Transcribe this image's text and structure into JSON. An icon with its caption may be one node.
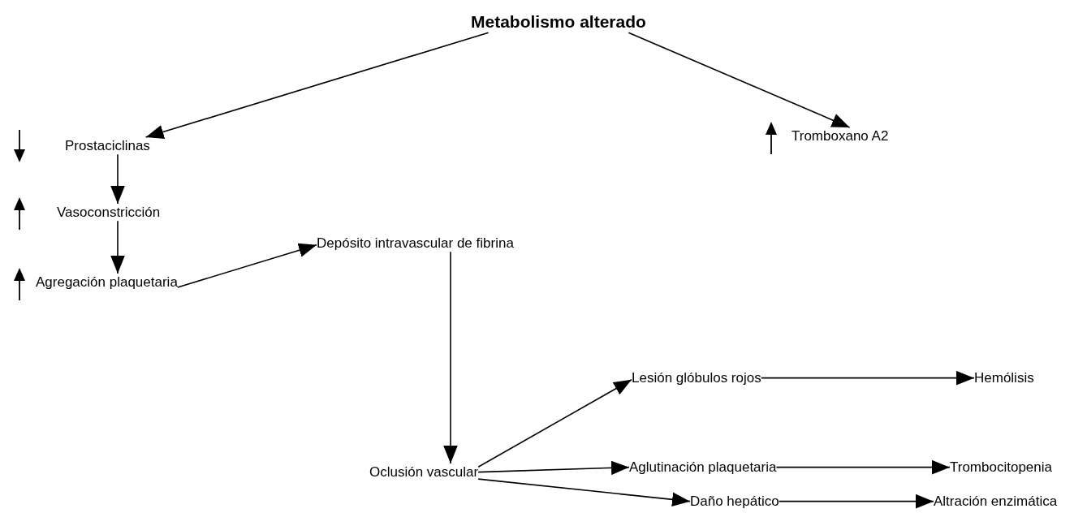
{
  "diagram": {
    "nodes": [
      {
        "text": [
          "Metabolismo alterado"
        ]
      },
      {
        "text": [
          "Prostaciclinas"
        ]
      },
      {
        "text": [
          "Tromboxano A2"
        ]
      },
      {
        "text": [
          "Vasoconstricción"
        ]
      },
      {
        "text": [
          "Agregación plaquetaria"
        ]
      },
      {
        "text": [
          "Depósito intravascular de fibrina"
        ]
      },
      {
        "text": [
          "Oclusión vascular"
        ]
      },
      {
        "text": [
          "Lesión glóbulos rojos"
        ]
      },
      {
        "text": [
          "Hemólisis"
        ]
      },
      {
        "text": [
          "Aglutinación plaquetaria"
        ]
      },
      {
        "text": [
          "Trombocitopenia"
        ]
      },
      {
        "text": [
          "Daño hepático"
        ]
      },
      {
        "text": [
          "Altración enzimática"
        ]
      }
    ],
    "edges": [
      {
        "from": 0,
        "to": 1,
        "arrow": "to"
      },
      {
        "from": 0,
        "to": 2,
        "arrow": "to"
      },
      {
        "from": 1,
        "to": 3,
        "arrow": "to"
      },
      {
        "from": 3,
        "to": 4,
        "arrow": "to"
      },
      {
        "from": 4,
        "to": 5,
        "arrow": "to"
      },
      {
        "from": 5,
        "to": 6,
        "arrow": "to"
      },
      {
        "from": 6,
        "to": 7,
        "arrow": "to"
      },
      {
        "from": 6,
        "to": 9,
        "arrow": "to"
      },
      {
        "from": 6,
        "to": 11,
        "arrow": "to"
      },
      {
        "from": 7,
        "to": 8,
        "arrow": "to"
      },
      {
        "from": 9,
        "to": 10,
        "arrow": "to"
      },
      {
        "from": 11,
        "to": 12,
        "arrow": "to"
      }
    ]
  }
}
